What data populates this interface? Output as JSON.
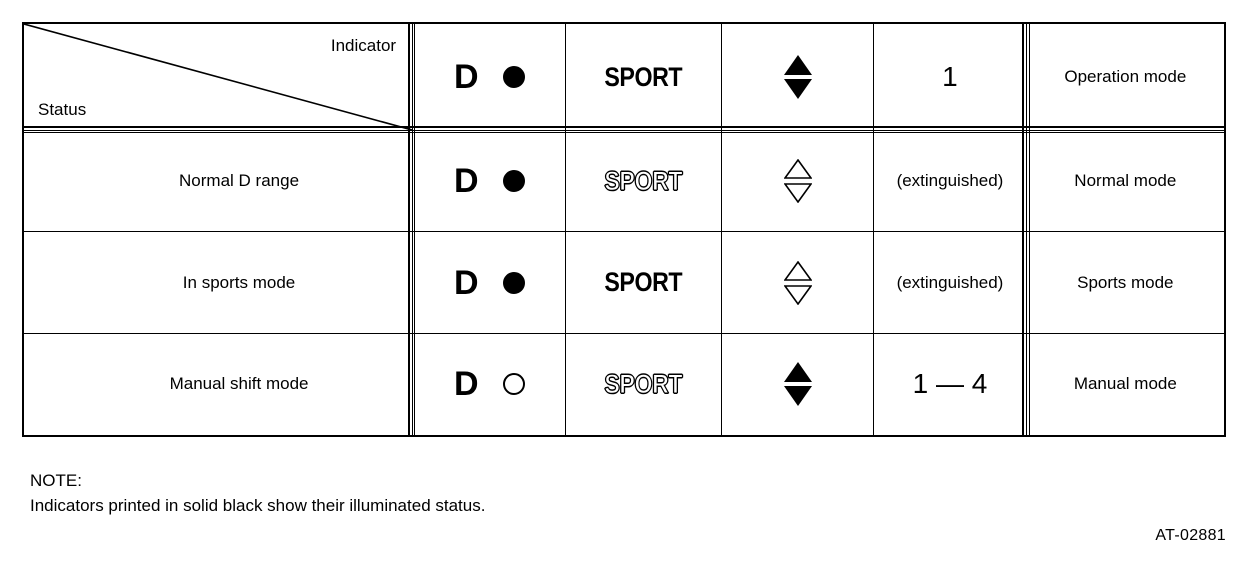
{
  "figure": {
    "reference_id": "AT-02881",
    "note_title": "NOTE:",
    "note_text": "Indicators printed in solid black show their illuminated status."
  },
  "table": {
    "corner": {
      "top_right_label": "Indicator",
      "bottom_left_label": "Status"
    },
    "header": {
      "d_letter": "D",
      "d_lamp_state": "on",
      "sport_label": "SPORT",
      "sport_state": "on",
      "arrow_up_state": "solid",
      "arrow_down_state": "solid",
      "number_label": "1",
      "mode_label": "Operation mode"
    },
    "rows": [
      {
        "status": "Normal D range",
        "d_letter": "D",
        "d_lamp_state": "on",
        "sport_label": "SPORT",
        "sport_state": "off",
        "arrow_up_state": "outline",
        "arrow_down_state": "outline",
        "number_label": "(extinguished)",
        "number_style": "small",
        "mode_label": "Normal mode"
      },
      {
        "status": "In sports mode",
        "d_letter": "D",
        "d_lamp_state": "on",
        "sport_label": "SPORT",
        "sport_state": "on",
        "arrow_up_state": "outline",
        "arrow_down_state": "outline",
        "number_label": "(extinguished)",
        "number_style": "small",
        "mode_label": "Sports mode"
      },
      {
        "status": "Manual shift mode",
        "d_letter": "D",
        "d_lamp_state": "off",
        "sport_label": "SPORT",
        "sport_state": "off",
        "arrow_up_state": "solid",
        "arrow_down_state": "solid",
        "number_label": "1 — 4",
        "number_style": "large",
        "mode_label": "Manual mode"
      }
    ]
  },
  "colors": {
    "ink": "#000000",
    "paper": "#ffffff"
  }
}
